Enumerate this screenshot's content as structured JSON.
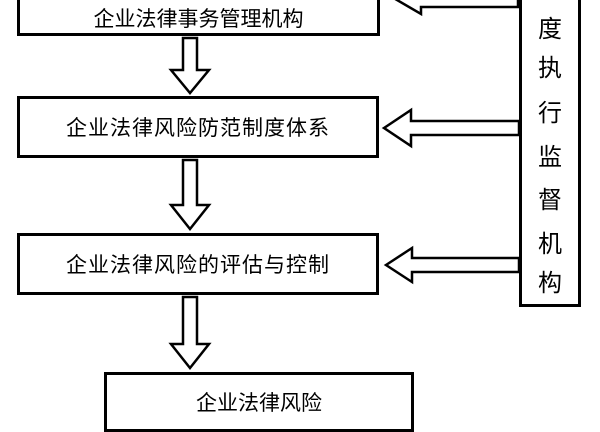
{
  "diagram": {
    "boxes": [
      {
        "id": "b1",
        "text": "企业法律事务管理机构"
      },
      {
        "id": "b2",
        "text": "企业法律风险防范制度体系"
      },
      {
        "id": "b3",
        "text": "企业法律风险的评估与控制"
      },
      {
        "id": "b4",
        "text": "企业法律风险"
      }
    ],
    "side_box_chars": [
      "度",
      "执",
      "行",
      "监",
      "督",
      "机",
      "构"
    ],
    "colors": {
      "stroke": "#000000",
      "background": "#ffffff"
    }
  }
}
